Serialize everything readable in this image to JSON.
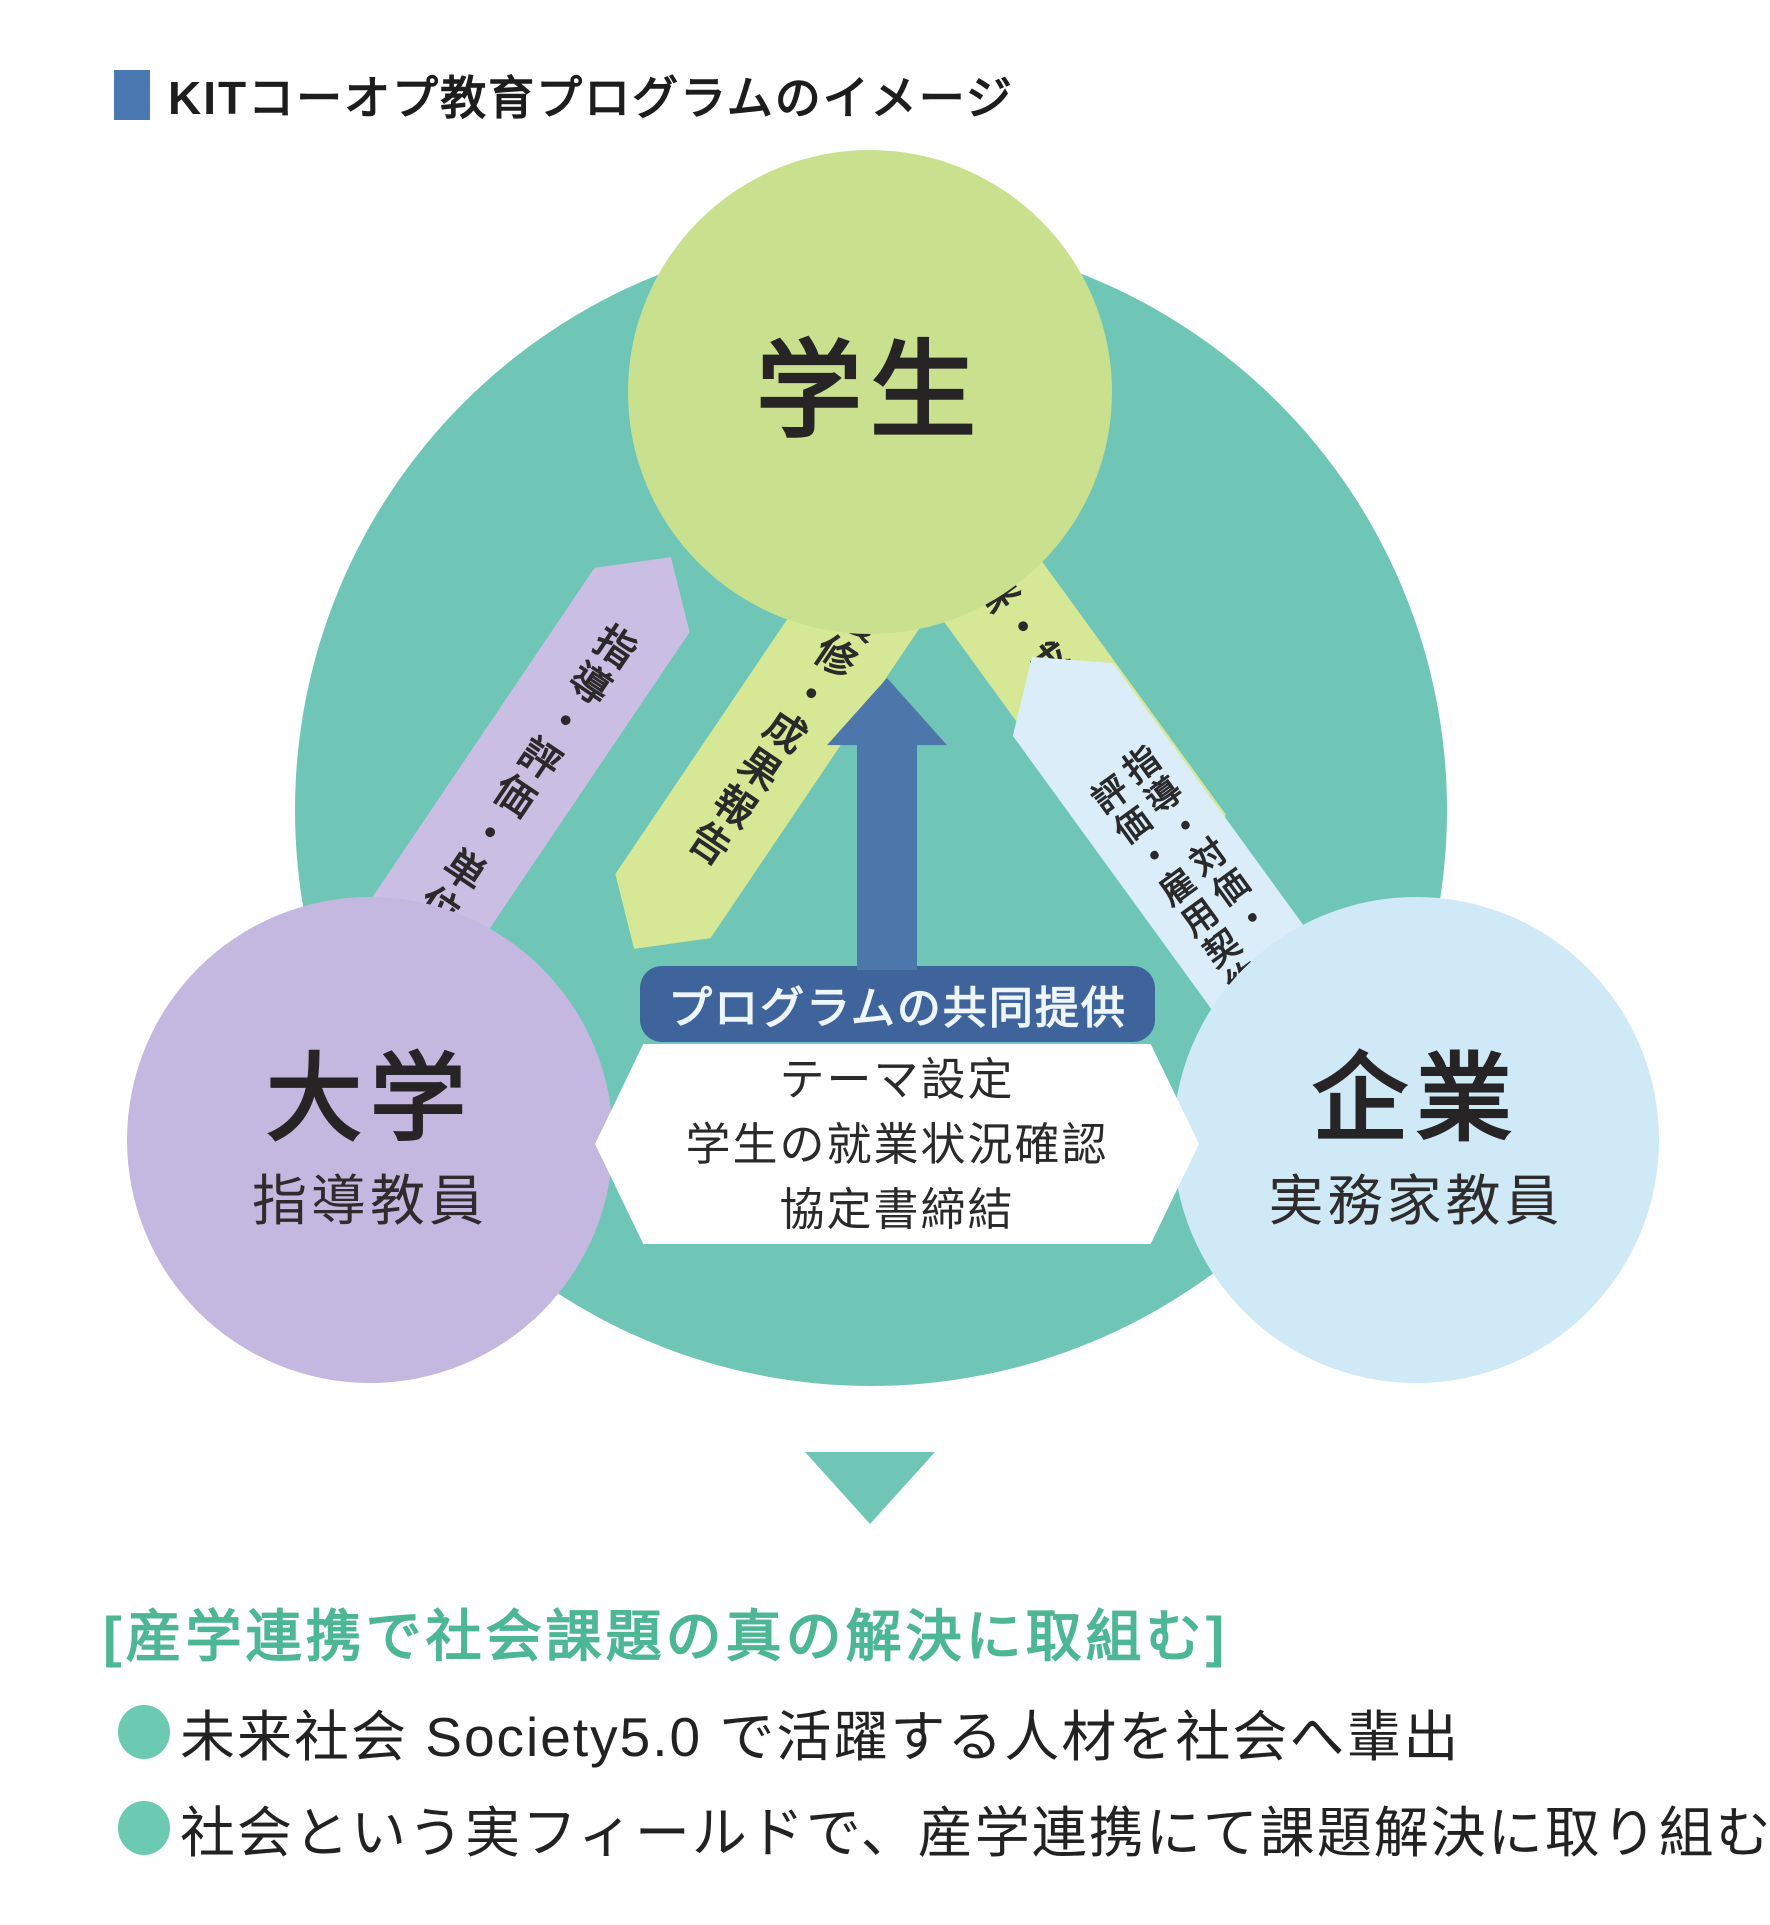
{
  "title": {
    "text": "KITコーオプ教育プログラムのイメージ"
  },
  "diagram": {
    "student": {
      "label": "学生"
    },
    "university": {
      "label": "大学",
      "sub": "指導教員"
    },
    "company": {
      "label": "企業",
      "sub": "実務家教員"
    },
    "arrows": {
      "univ_to_student": "指導・評価・単位",
      "student_to_univ": "履修・成果報告",
      "student_to_company": "就業・成果報告",
      "company_to_student_line1": "指導・対価・",
      "company_to_student_line2": "評価・雇用契約"
    },
    "center": {
      "banner": "プログラムの共同提供",
      "items": [
        "テーマ設定",
        "学生の就業状況確認",
        "協定書締結"
      ]
    }
  },
  "footer": {
    "heading": "[産学連携で社会課題の真の解決に取組む]",
    "bullets": [
      "未来社会 Society5.0 で活躍する人材を社会へ輩出",
      "社会という実フィールドで、産学連携にて課題解決に取り組む"
    ]
  },
  "colors": {
    "teal": "#6FC6B6",
    "green": "#C9E18F",
    "band-green": "#D6E896",
    "purple": "#C5B8E0",
    "band-purple": "#CBBEE3",
    "blue": "#CFE9F7",
    "band-blue": "#DAEDF9",
    "dark-blue": "#4D76AB",
    "banner-blue": "#3F639B",
    "square-blue": "#4A79B2",
    "heading-teal": "#4DB795",
    "dot-teal": "#6CC9B2"
  }
}
